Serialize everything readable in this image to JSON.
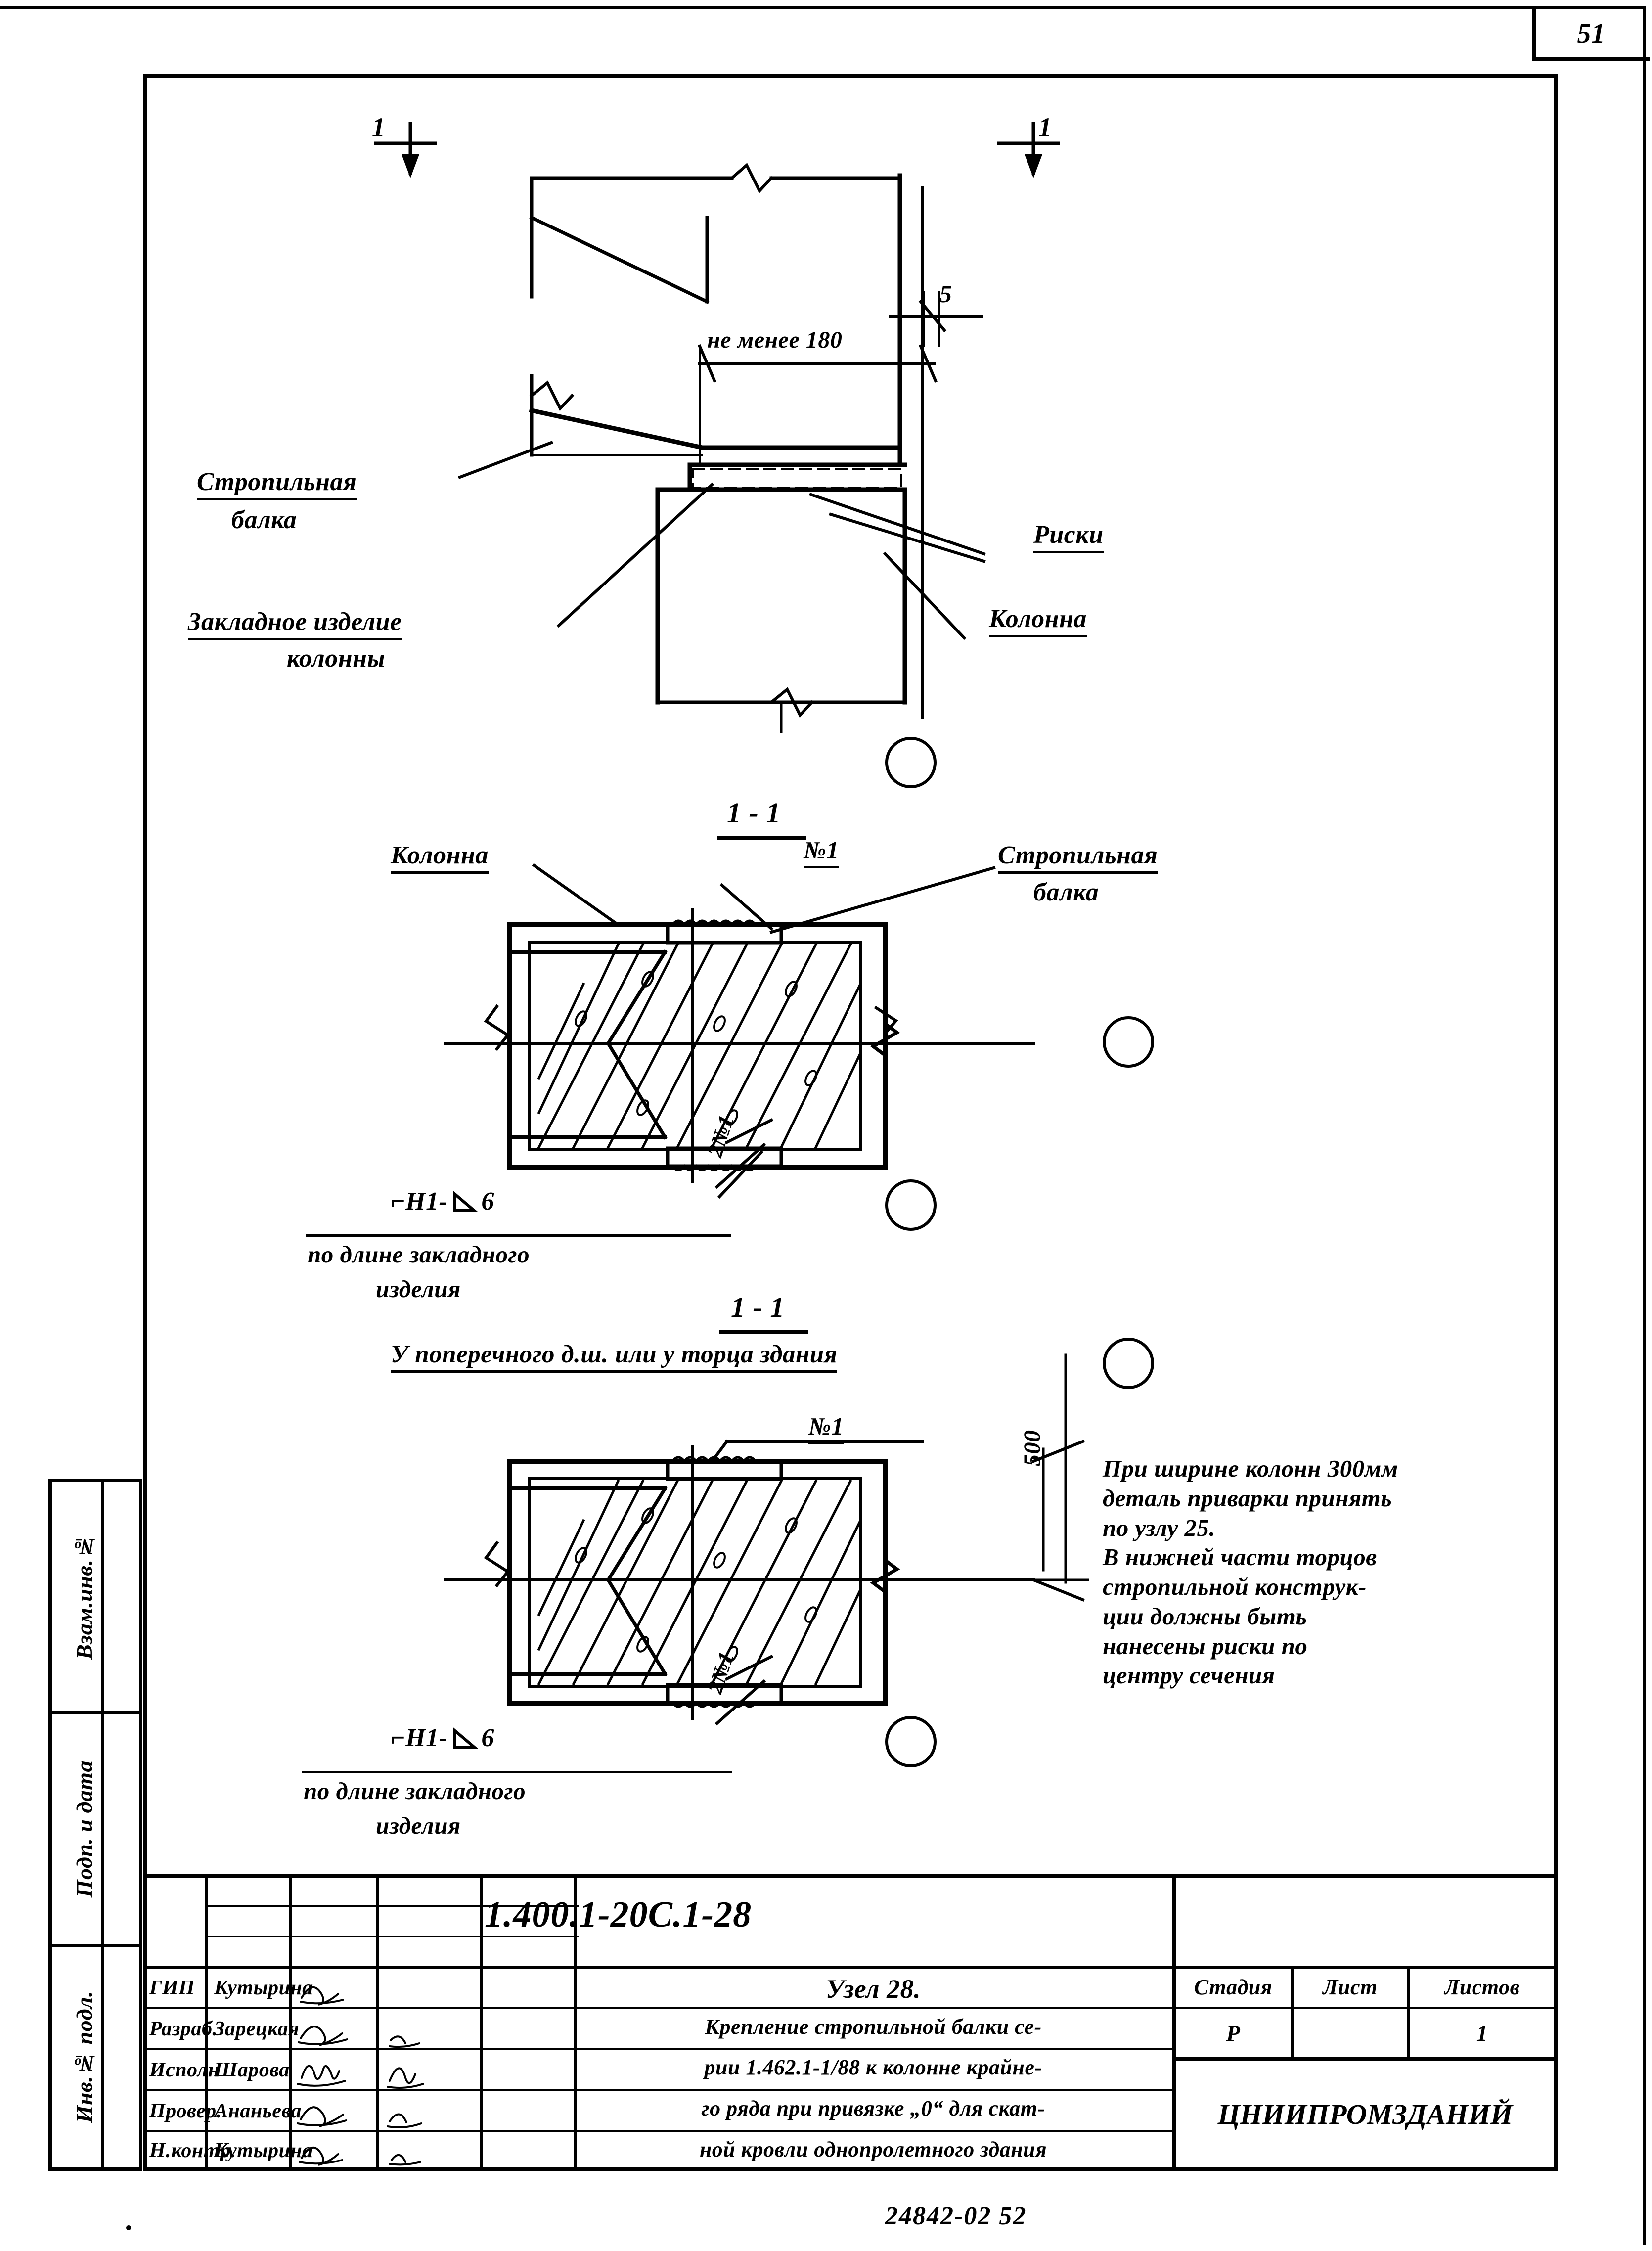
{
  "sheet": {
    "page_number": "51",
    "drawing_number": "1.400.1-20С.1-28",
    "footer_number": "24842-02    52"
  },
  "left_column": {
    "cells": [
      {
        "label": "Взам.инв.№"
      },
      {
        "label": "Подп. и дата"
      },
      {
        "label": "Инв.№ подл."
      }
    ]
  },
  "detail_top": {
    "labels": {
      "section_mark_left": "1",
      "section_mark_right": "1",
      "dim_min": "не менее 180",
      "dim_gap": "5",
      "beam": "Стропильная\nбалка",
      "beam_line1": "Стропильная",
      "beam_line2": "балка",
      "embed_line1": "Закладное  изделие",
      "embed_line2": "колонны",
      "marks": "Риски",
      "column": "Колонна"
    }
  },
  "section_middle": {
    "title": "1 - 1",
    "labels": {
      "column": "Колонна",
      "plate_no": "№1",
      "beam_line1": "Стропильная",
      "beam_line2": "балка",
      "weld_spec": "⌐Н1-",
      "weld_size": "6",
      "weld_note_line1": "по длине закладного",
      "weld_note_line2": "изделия",
      "anchor": "2№1"
    }
  },
  "section_bottom": {
    "title": "1 - 1",
    "subtitle": "У поперечного д.ш. или у торца здания",
    "labels": {
      "plate_no": "№1",
      "dim_500": "500",
      "weld_spec": "⌐Н1-",
      "weld_size": "6",
      "weld_note_line1": "по длине  закладного",
      "weld_note_line2": "изделия",
      "anchor": "2№1"
    }
  },
  "notes": {
    "lines": [
      "При ширине колонн 300мм",
      "деталь приварки принять",
      " по узлу 25.",
      "В нижней части торцов",
      "стропильной конструк-",
      "ции  должны  быть",
      "нанесены риски по",
      "центру сечения"
    ]
  },
  "title_block": {
    "roles": [
      {
        "role": "ГИП",
        "name": "Кутырина"
      },
      {
        "role": "Разраб.",
        "name": "Зарецкая"
      },
      {
        "role": "Исполн",
        "name": "Шарова"
      },
      {
        "role": "Провер.",
        "name": "Ананьева"
      },
      {
        "role": "Н.контр.",
        "name": "Кутырина"
      }
    ],
    "title": "Узел 28.",
    "description": [
      "Крепление стропильной балки се-",
      "рии 1.462.1-1/88 к колонне крайне-",
      "го ряда при привязке „0“ для скат-",
      "ной кровли однопролетного здания"
    ],
    "stage_headers": [
      "Стадия",
      "Лист",
      "Листов"
    ],
    "stage_values": [
      "Р",
      "",
      "1"
    ],
    "organization": "ЦНИИПРОМЗДАНИЙ"
  },
  "colors": {
    "ink": "#000000",
    "paper": "#ffffff"
  }
}
